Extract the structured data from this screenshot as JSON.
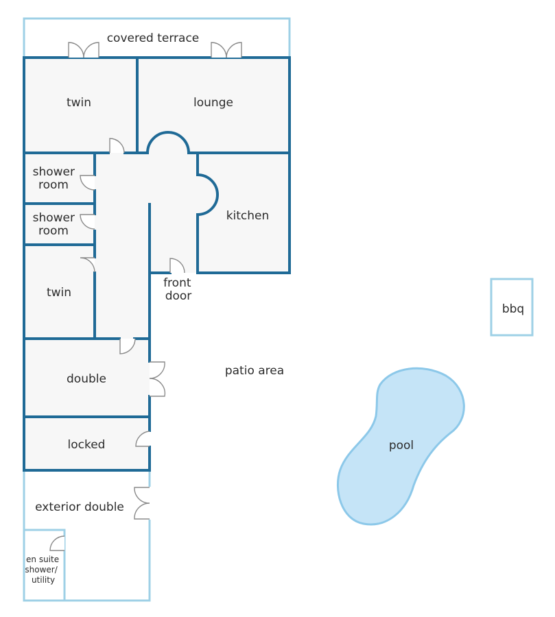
{
  "colors": {
    "wall": "#1f6a96",
    "light_wall": "#9ed0e6",
    "door": "#8a8a8a",
    "room_fill": "#f7f7f7",
    "pool_fill": "#c5e4f7",
    "pool_stroke": "#8cc8e9"
  },
  "rooms": {
    "covered_terrace": "covered terrace",
    "twin_top": "twin",
    "lounge": "lounge",
    "shower_room_1": [
      "shower",
      "room"
    ],
    "shower_room_2": [
      "shower",
      "room"
    ],
    "kitchen": "kitchen",
    "twin_mid": "twin",
    "front_door": [
      "front",
      "door"
    ],
    "double": "double",
    "patio_area": "patio area",
    "locked": "locked",
    "exterior_double": "exterior double",
    "en_suite": [
      "en suite",
      "shower/",
      "utility"
    ],
    "pool": "pool",
    "bbq": "bbq"
  }
}
